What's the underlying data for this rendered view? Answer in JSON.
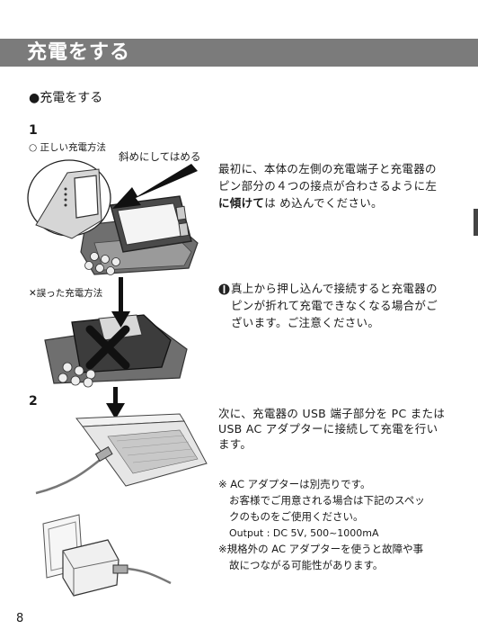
{
  "header": {
    "title": "充電をする"
  },
  "section": {
    "title": "●充電をする"
  },
  "step1": {
    "number": "1",
    "correct_label": "○ 正しい充電方法",
    "tilt_label": "斜めにしてはめる",
    "desc_line1": "最初に、本体の左側の充電端子と充電器の",
    "desc_line2": "ピン部分の４つの接点が合わさるように左",
    "desc_line3_bold": "に傾けて",
    "desc_line3_rest": "は め込んでください。",
    "wrong_label": "✕誤った充電方法",
    "warning_line1": "真上から押し込んで接続すると充電器の",
    "warning_line2": "ピンが折れて充電できなくなる場合がご",
    "warning_line3": "ざいます。ご注意ください。"
  },
  "step2": {
    "number": "2",
    "desc_line1": "次に、充電器の USB 端子部分を PC または",
    "desc_line2": "USB  AC アダプターに接続して充電を行い",
    "desc_line3": "ます。",
    "note1_line1": "※ AC アダプターは別売りです。",
    "note1_line2": "お客様でご用意される場合は下記のスペッ",
    "note1_line3": "クのものをご使用ください。",
    "note1_line4": "Output : DC 5V, 500~1000mA",
    "note2_line1": "※規格外の AC アダプターを使うと故障や事",
    "note2_line2": "故につながる可能性があります。"
  },
  "footer": {
    "page_number": "8"
  }
}
